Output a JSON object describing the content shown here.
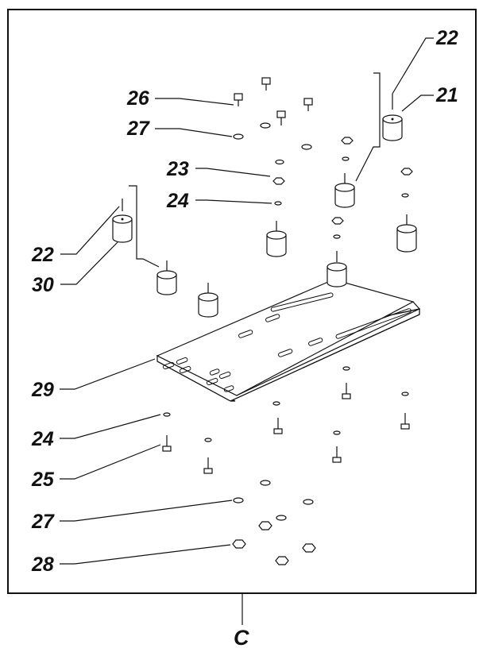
{
  "figure": {
    "callouts": {
      "c21": "21",
      "c22a": "22",
      "c22b": "22",
      "c23": "23",
      "c24a": "24",
      "c24b": "24",
      "c25": "25",
      "c26": "26",
      "c27a": "27",
      "c27b": "27",
      "c28": "28",
      "c29": "29",
      "c30": "30"
    },
    "view_label": "C"
  }
}
